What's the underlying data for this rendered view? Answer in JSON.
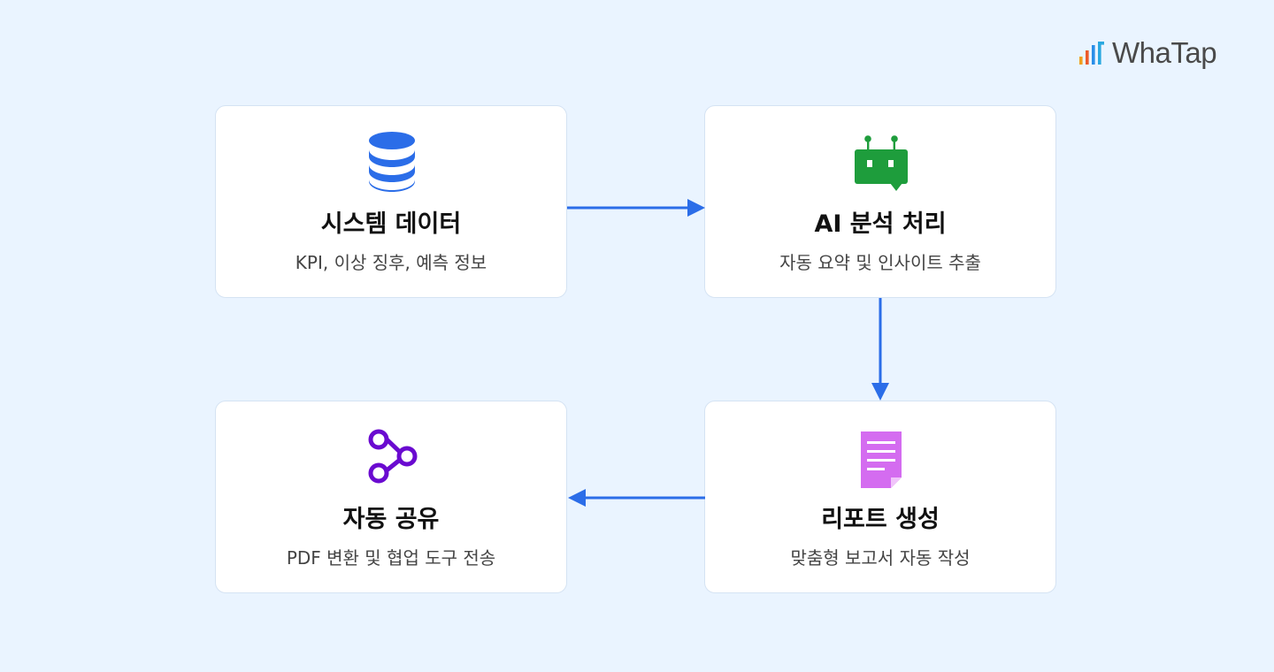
{
  "brand": {
    "name": "WhaTap"
  },
  "steps": [
    {
      "title": "시스템 데이터",
      "subtitle": "KPI, 이상 징후, 예측 정보",
      "icon": "database-icon"
    },
    {
      "title": "AI 분석 처리",
      "subtitle": "자동 요약 및 인사이트 추출",
      "icon": "robot-icon"
    },
    {
      "title": "리포트 생성",
      "subtitle": "맞춤형 보고서 자동 작성",
      "icon": "document-icon"
    },
    {
      "title": "자동 공유",
      "subtitle": "PDF 변환 및 협업 도구 전송",
      "icon": "share-icon"
    }
  ],
  "colors": {
    "background": "#eaf4ff",
    "arrow": "#2b6de8",
    "database": "#2b6de8",
    "robot": "#1e9d3c",
    "document": "#d46cf0",
    "share": "#6a0ad0"
  }
}
